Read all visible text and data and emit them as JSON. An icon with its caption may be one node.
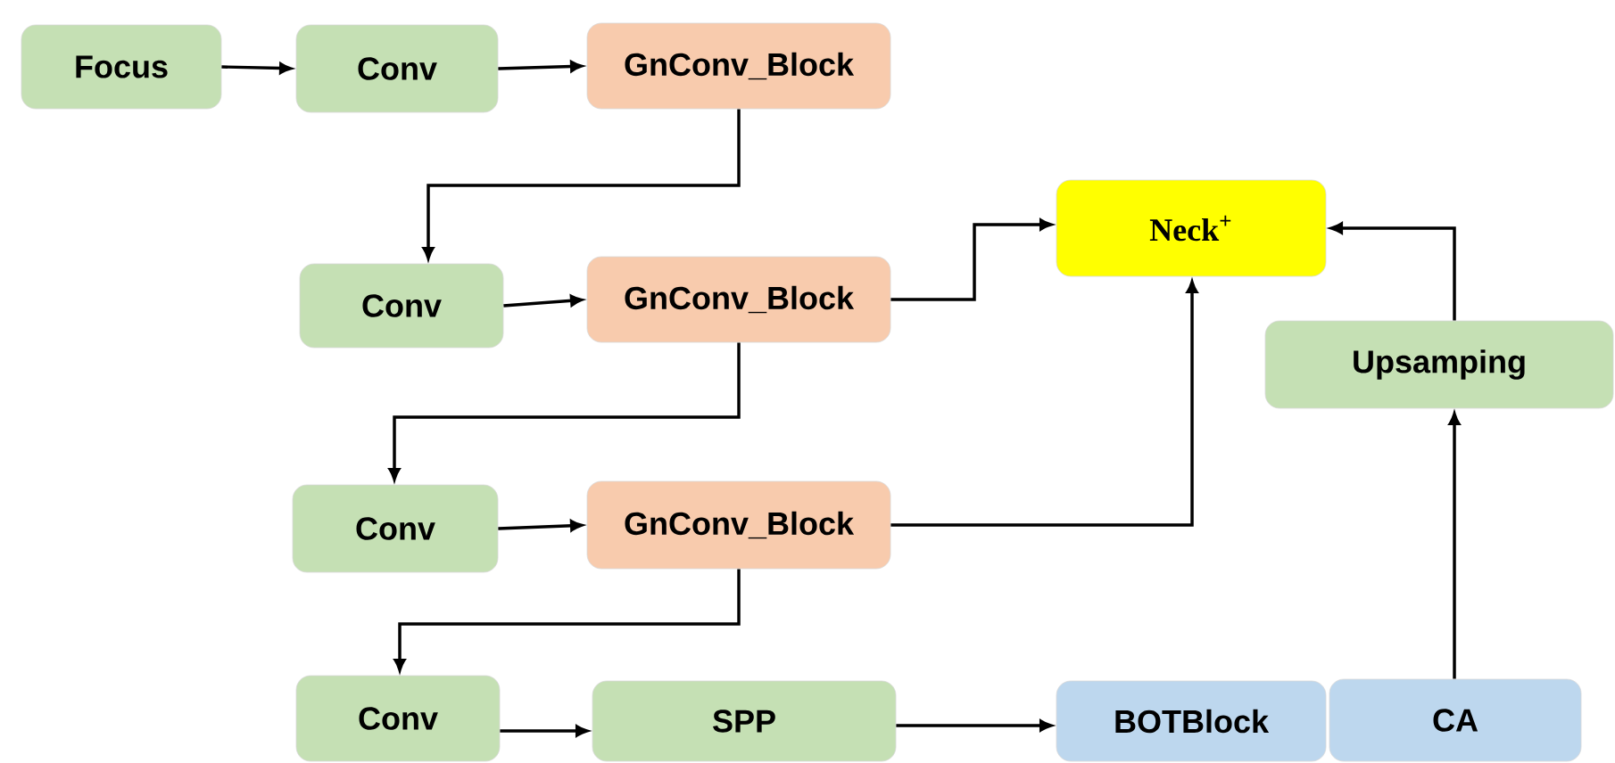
{
  "diagram": {
    "nodes": [
      {
        "text": [
          "Focus"
        ]
      },
      {
        "text": [
          "Conv"
        ]
      },
      {
        "text": [
          "GnConv_Block"
        ]
      },
      {
        "text": [
          "Conv"
        ]
      },
      {
        "text": [
          "GnConv_Block"
        ]
      },
      {
        "text": [
          "Neck$^{+}$"
        ]
      },
      {
        "text": [
          "Upsamping"
        ]
      },
      {
        "text": [
          "Conv"
        ]
      },
      {
        "text": [
          "GnConv_Block"
        ]
      },
      {
        "text": [
          "Conv"
        ]
      },
      {
        "text": [
          "SPP"
        ]
      },
      {
        "text": [
          "BOTBlock"
        ]
      },
      {
        "text": [
          "CA"
        ]
      }
    ],
    "edges": [
      {
        "from": 0,
        "to": 1,
        "arrow": "to"
      },
      {
        "from": 1,
        "to": 2,
        "arrow": "to"
      },
      {
        "from": 2,
        "to": 3,
        "arrow": "to"
      },
      {
        "from": 3,
        "to": 4,
        "arrow": "to"
      },
      {
        "from": 4,
        "to": 5,
        "arrow": "to"
      },
      {
        "from": 4,
        "to": 7,
        "arrow": "to"
      },
      {
        "from": 7,
        "to": 8,
        "arrow": "to"
      },
      {
        "from": 8,
        "to": 5,
        "arrow": "to"
      },
      {
        "from": 8,
        "to": 9,
        "arrow": "to"
      },
      {
        "from": 9,
        "to": 10,
        "arrow": "to"
      },
      {
        "from": 10,
        "to": 11,
        "arrow": "to"
      },
      {
        "from": 12,
        "to": 6,
        "arrow": "to"
      },
      {
        "from": 6,
        "to": 5,
        "arrow": "to"
      }
    ]
  }
}
